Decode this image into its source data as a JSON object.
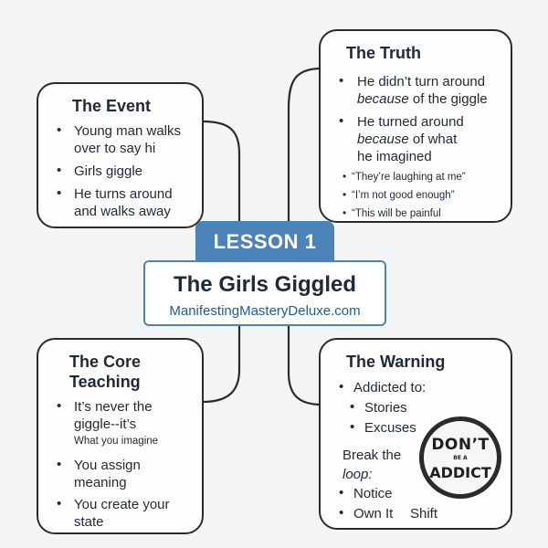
{
  "lesson": {
    "tab": "LESSON 1",
    "title": "The Girls Giggled",
    "url": "ManifestingMasteryDeluxe.com"
  },
  "event": {
    "title": "The Event",
    "items": [
      {
        "lines": [
          "Young man walks",
          "over to say hi"
        ]
      },
      {
        "lines": [
          "Girls giggle"
        ]
      },
      {
        "lines": [
          "He turns around",
          "and walks away"
        ]
      }
    ]
  },
  "truth": {
    "title": "The Truth",
    "line1": "He didn’t turn around",
    "line2_em": "because",
    "line2_rest": " of the giggle",
    "line3": "He turned around",
    "line4_em": "because",
    "line4_rest": " of what",
    "line5": "he imagined",
    "subs": [
      "“They’re laughing at me”",
      "“I’m not good enough”",
      "“This will be painful"
    ]
  },
  "core": {
    "title_line1": "The Core",
    "title_line2": "Teaching",
    "line1": "It’s never the",
    "line2": "giggle--it’s",
    "line3": "What you imagine",
    "line4": "You assign",
    "line5": "meaning",
    "line6": "You create your",
    "line7": "state"
  },
  "warning": {
    "title": "The Warning",
    "addicted": "Addicted to:",
    "stories": "Stories",
    "excuses": "Excuses",
    "break": "Break the",
    "loop": "loop:",
    "notice": "Notice",
    "ownit": "Own It",
    "shift": "Shift",
    "stamp_top": "DON’T",
    "stamp_mid": "BE A",
    "stamp_bottom": "ADDICT"
  },
  "bullet_char": "•"
}
